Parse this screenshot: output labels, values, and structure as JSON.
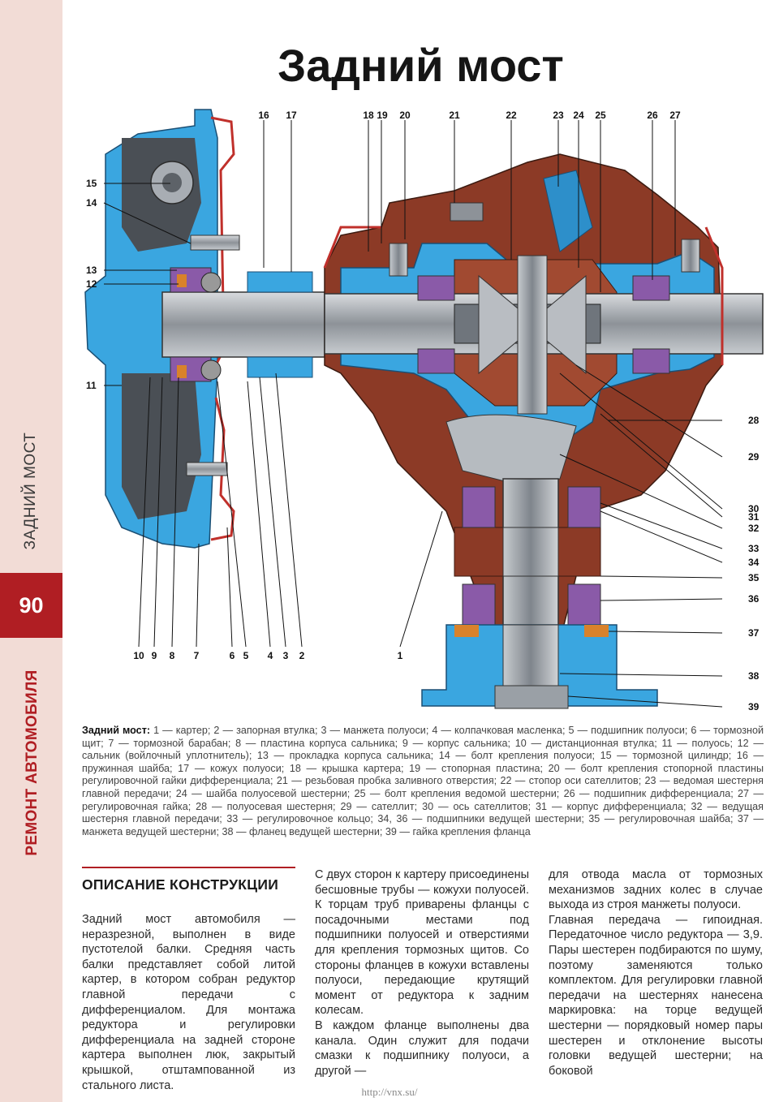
{
  "title": "Задний мост",
  "sidebar": {
    "section": "ЗАДНИЙ МОСТ",
    "page_number": "90",
    "book": "РЕМОНТ АВТОМОБИЛЯ"
  },
  "callouts_top": [
    "16",
    "17",
    "18",
    "19",
    "20",
    "21",
    "22",
    "23",
    "24",
    "25",
    "26",
    "27"
  ],
  "callouts_left": [
    "15",
    "14",
    "13",
    "12",
    "11"
  ],
  "callouts_bottom": [
    "10",
    "9",
    "8",
    "7",
    "6",
    "5",
    "4",
    "3",
    "2",
    "1"
  ],
  "callouts_right": [
    "28",
    "29",
    "30",
    "31",
    "32",
    "33",
    "34",
    "35",
    "36",
    "37",
    "38",
    "39"
  ],
  "caption": {
    "lead": "Задний мост:",
    "text": "1 — картер; 2 — запорная втулка; 3 — манжета полуоси; 4 — колпачковая масленка; 5 — подшипник полуоси; 6 — тормозной щит; 7 — тормозной барабан; 8 — пластина корпуса сальника; 9 — корпус сальника; 10 — дистанционная втулка; 11 — полуось; 12 — сальник (войлочный уплотнитель); 13 — прокладка корпуса сальника; 14 — болт крепления полуоси; 15 — тормозной цилиндр; 16 — пружинная шайба; 17 — кожух полуоси; 18 — крышка картера; 19 — стопорная пластина; 20 — болт крепления стопорной пластины регулировочной гайки дифференциала; 21 — резьбовая пробка заливного отверстия; 22 — стопор оси сателлитов; 23 — ведомая шестерня главной передачи; 24 — шайба полуосевой шестерни; 25 — болт крепления ведомой шестерни; 26 — подшипник дифференциала; 27 — регулировочная гайка; 28 — полуосевая шестерня; 29 — сателлит; 30 — ось сателлитов; 31 — корпус дифференциала; 32 — ведущая шестерня главной передачи; 33 — регулировочное кольцо; 34, 36 — подшипники ведущей шестерни; 35 — регулировочная шайба; 37 — манжета ведущей шестерни; 38 — фланец ведущей шестерни; 39 — гайка крепления фланца"
  },
  "section_heading": "ОПИСАНИЕ КОНСТРУКЦИИ",
  "columns": {
    "c1p1": "Задний мост автомобиля — неразрезной, выполнен в виде пустотелой балки. Средняя часть балки представляет собой литой картер, в котором собран редуктор главной передачи с дифференциалом. Для монтажа редуктора и регулировки дифференциала на задней стороне картера выполнен люк, закрытый крышкой, отштампованной из стального листа.",
    "c2p1": "С двух сторон к картеру присоединены бесшовные трубы — кожухи полуосей. К торцам труб приварены фланцы с посадочными местами под подшипники полуосей и отверстиями для крепления тормозных щитов. Со стороны фланцев в кожухи вставлены полуоси, передающие крутящий момент от редуктора к задним колесам.",
    "c2p2": "В каждом фланце выполнены два канала. Один служит для подачи смазки к подшипнику полуоси, а другой —",
    "c3p1": "для отвода масла от тормозных механизмов задних колес в случае выхода из строя манжеты полуоси.",
    "c3p2": "Главная передача — гипоидная. Передаточное число редуктора — 3,9. Пары шестерен подбираются по шуму, поэтому заменяются только комплектом. Для регулировки главной передачи на шестернях нанесена маркировка: на торце ведущей шестерни — порядковый номер пары шестерен и отклонение высоты головки ведущей шестерни; на боковой"
  },
  "footer": "http://vnx.su/",
  "colors": {
    "accent": "#b01e23",
    "sidebar": "#f2dcd6",
    "housing_blue": "#3aa6e0",
    "casting_brown": "#8c3a26",
    "steel": "#a8adb3"
  }
}
